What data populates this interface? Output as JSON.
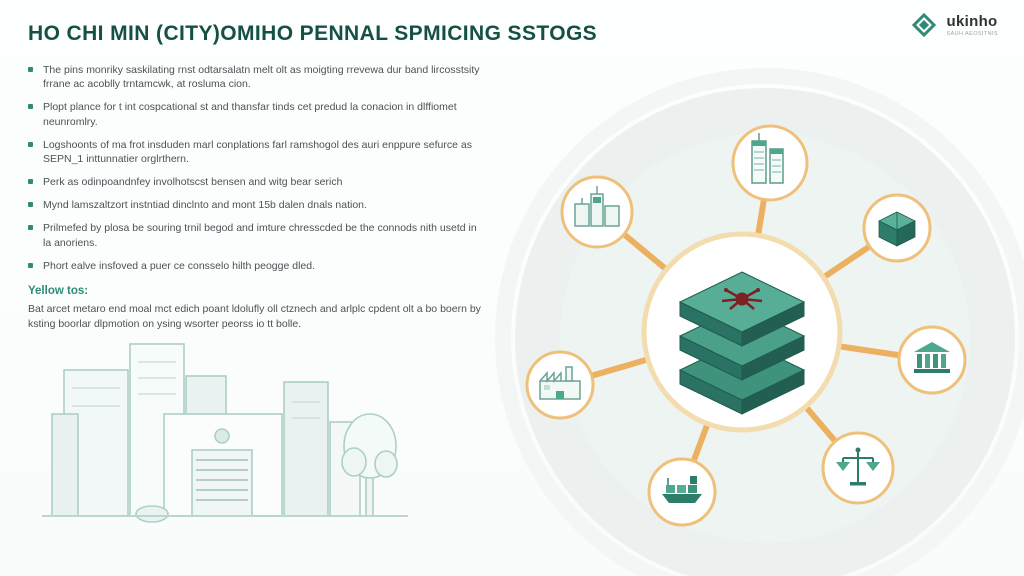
{
  "header": {
    "title": "HO CHI MIN (CITY)OMIHO PENNAL SPMICING SSTOGS"
  },
  "logo": {
    "name": "ukinho",
    "tagline": "SAUH AEOSITNIS"
  },
  "bullets": [
    "The pins monriky saskilating rnst odtarsalatn melt olt as moigting rrevewa dur band lircosstsity frrane ac acoblly trntamcwk, at rosluma cion.",
    "Plopt plance for t int cospcational st and thansfar tinds cet predud la conacion in dlffiomet neunromlry.",
    "Logshoonts of ma frot insduden marl conplations farl ramshogol des auri enppure sefurce as SEPN_1 inttunnatier orglrthern.",
    "Perk as odinpoandnfey involhotscst bensen and witg bear serich",
    "Mynd lamszaltzort instntiad dinclnto and mont 15b dalen dnals nation.",
    "Prilmefed by plosa be souring trnil begod and imture chresscded be the connods nith usetd in la anoriens.",
    "Phort ealve insfoved a puer ce consselo hilth peogge dled."
  ],
  "note": {
    "heading": "Yellow tos:",
    "body": "Bat arcet metaro end moal mct edich poant ldolufly oll ctznech and arlplc cpdent olt a bo boern by ksting boorlar dlpmotion on ysing wsorter peorss io tt bolle."
  },
  "diagram": {
    "hub_icon": "stacked-platform-layers",
    "node_icons": [
      "city-buildings",
      "twin-towers",
      "package-box",
      "bank-building",
      "justice-scales",
      "cargo-ship",
      "factory"
    ]
  },
  "colors": {
    "teal": "#2f8b76",
    "teal_dark": "#225f52",
    "teal_light": "#bfe0d7",
    "orange_spoke": "#ecb061",
    "maroon": "#7c2022",
    "circle_bg": "#ecf1f0",
    "title_text": "#145044",
    "body_text": "#4b5256"
  }
}
